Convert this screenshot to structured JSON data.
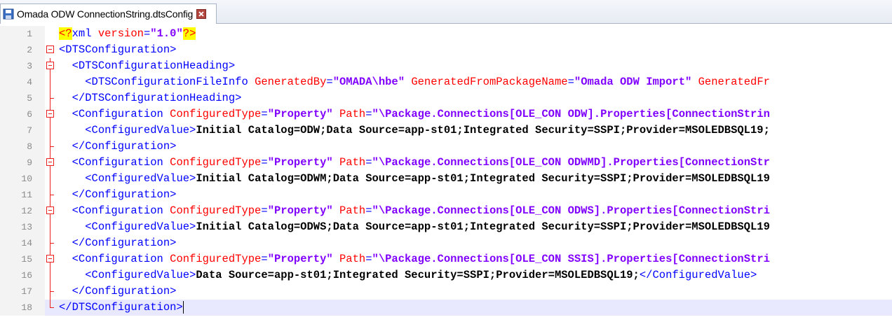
{
  "tab": {
    "title": "Omada ODW ConnectionString.dtsConfig"
  },
  "colors": {
    "tag": "#0000ff",
    "attribute": "#ff0000",
    "value": "#8000ff",
    "text": "#000000",
    "highlight": "#ffff00",
    "current_line": "#e8e8ff"
  },
  "lines": [
    {
      "num": "1",
      "fold": "none",
      "indent": "",
      "tokens": [
        {
          "t": "pi",
          "v": "<?"
        },
        {
          "t": "tag",
          "v": "xml "
        },
        {
          "t": "attr",
          "v": "version"
        },
        {
          "t": "tag",
          "v": "="
        },
        {
          "t": "val",
          "v": "\"1.0\""
        },
        {
          "t": "pi",
          "v": "?>"
        }
      ]
    },
    {
      "num": "2",
      "fold": "open",
      "indent": "",
      "tokens": [
        {
          "t": "tag",
          "v": "<DTSConfiguration>"
        }
      ]
    },
    {
      "num": "3",
      "fold": "open",
      "indent": "  ",
      "tokens": [
        {
          "t": "tag",
          "v": "<DTSConfigurationHeading>"
        }
      ]
    },
    {
      "num": "4",
      "fold": "line",
      "indent": "    ",
      "tokens": [
        {
          "t": "tag",
          "v": "<DTSConfigurationFileInfo "
        },
        {
          "t": "attr",
          "v": "GeneratedBy"
        },
        {
          "t": "tag",
          "v": "="
        },
        {
          "t": "val",
          "v": "\"OMADA\\hbe\""
        },
        {
          "t": "attr",
          "v": " GeneratedFromPackageName"
        },
        {
          "t": "tag",
          "v": "="
        },
        {
          "t": "val",
          "v": "\"Omada ODW Import\""
        },
        {
          "t": "attr",
          "v": " GeneratedFr"
        }
      ]
    },
    {
      "num": "5",
      "fold": "end",
      "indent": "  ",
      "tokens": [
        {
          "t": "tag",
          "v": "</DTSConfigurationHeading>"
        }
      ]
    },
    {
      "num": "6",
      "fold": "open",
      "indent": "  ",
      "tokens": [
        {
          "t": "tag",
          "v": "<Configuration "
        },
        {
          "t": "attr",
          "v": "ConfiguredType"
        },
        {
          "t": "tag",
          "v": "="
        },
        {
          "t": "val",
          "v": "\"Property\""
        },
        {
          "t": "attr",
          "v": " Path"
        },
        {
          "t": "tag",
          "v": "="
        },
        {
          "t": "val",
          "v": "\"\\Package.Connections[OLE_CON ODW].Properties[ConnectionStrin"
        }
      ]
    },
    {
      "num": "7",
      "fold": "line",
      "indent": "    ",
      "tokens": [
        {
          "t": "tag",
          "v": "<ConfiguredValue>"
        },
        {
          "t": "txt",
          "v": "Initial Catalog=ODW;Data Source=app-st01;Integrated Security=SSPI;Provider=MSOLEDBSQL19;"
        }
      ]
    },
    {
      "num": "8",
      "fold": "end",
      "indent": "  ",
      "tokens": [
        {
          "t": "tag",
          "v": "</Configuration>"
        }
      ]
    },
    {
      "num": "9",
      "fold": "open",
      "indent": "  ",
      "tokens": [
        {
          "t": "tag",
          "v": "<Configuration "
        },
        {
          "t": "attr",
          "v": "ConfiguredType"
        },
        {
          "t": "tag",
          "v": "="
        },
        {
          "t": "val",
          "v": "\"Property\""
        },
        {
          "t": "attr",
          "v": " Path"
        },
        {
          "t": "tag",
          "v": "="
        },
        {
          "t": "val",
          "v": "\"\\Package.Connections[OLE_CON ODWMD].Properties[ConnectionStr"
        }
      ]
    },
    {
      "num": "10",
      "fold": "line",
      "indent": "    ",
      "tokens": [
        {
          "t": "tag",
          "v": "<ConfiguredValue>"
        },
        {
          "t": "txt",
          "v": "Initial Catalog=ODWM;Data Source=app-st01;Integrated Security=SSPI;Provider=MSOLEDBSQL19"
        }
      ]
    },
    {
      "num": "11",
      "fold": "end",
      "indent": "  ",
      "tokens": [
        {
          "t": "tag",
          "v": "</Configuration>"
        }
      ]
    },
    {
      "num": "12",
      "fold": "open",
      "indent": "  ",
      "tokens": [
        {
          "t": "tag",
          "v": "<Configuration "
        },
        {
          "t": "attr",
          "v": "ConfiguredType"
        },
        {
          "t": "tag",
          "v": "="
        },
        {
          "t": "val",
          "v": "\"Property\""
        },
        {
          "t": "attr",
          "v": " Path"
        },
        {
          "t": "tag",
          "v": "="
        },
        {
          "t": "val",
          "v": "\"\\Package.Connections[OLE_CON ODWS].Properties[ConnectionStri"
        }
      ]
    },
    {
      "num": "13",
      "fold": "line",
      "indent": "    ",
      "tokens": [
        {
          "t": "tag",
          "v": "<ConfiguredValue>"
        },
        {
          "t": "txt",
          "v": "Initial Catalog=ODWS;Data Source=app-st01;Integrated Security=SSPI;Provider=MSOLEDBSQL19"
        }
      ]
    },
    {
      "num": "14",
      "fold": "end",
      "indent": "  ",
      "tokens": [
        {
          "t": "tag",
          "v": "</Configuration>"
        }
      ]
    },
    {
      "num": "15",
      "fold": "open",
      "indent": "  ",
      "tokens": [
        {
          "t": "tag",
          "v": "<Configuration "
        },
        {
          "t": "attr",
          "v": "ConfiguredType"
        },
        {
          "t": "tag",
          "v": "="
        },
        {
          "t": "val",
          "v": "\"Property\""
        },
        {
          "t": "attr",
          "v": " Path"
        },
        {
          "t": "tag",
          "v": "="
        },
        {
          "t": "val",
          "v": "\"\\Package.Connections[OLE_CON SSIS].Properties[ConnectionStri"
        }
      ]
    },
    {
      "num": "16",
      "fold": "line",
      "indent": "    ",
      "tokens": [
        {
          "t": "tag",
          "v": "<ConfiguredValue>"
        },
        {
          "t": "txt",
          "v": "Data Source=app-st01;Integrated Security=SSPI;Provider=MSOLEDBSQL19;"
        },
        {
          "t": "tag",
          "v": "</ConfiguredValue>"
        }
      ]
    },
    {
      "num": "17",
      "fold": "end",
      "indent": "  ",
      "tokens": [
        {
          "t": "tag",
          "v": "</Configuration>"
        }
      ]
    },
    {
      "num": "18",
      "fold": "last",
      "indent": "",
      "current": true,
      "tokens": [
        {
          "t": "tag",
          "v": "</DTSConfiguration>"
        }
      ]
    }
  ]
}
